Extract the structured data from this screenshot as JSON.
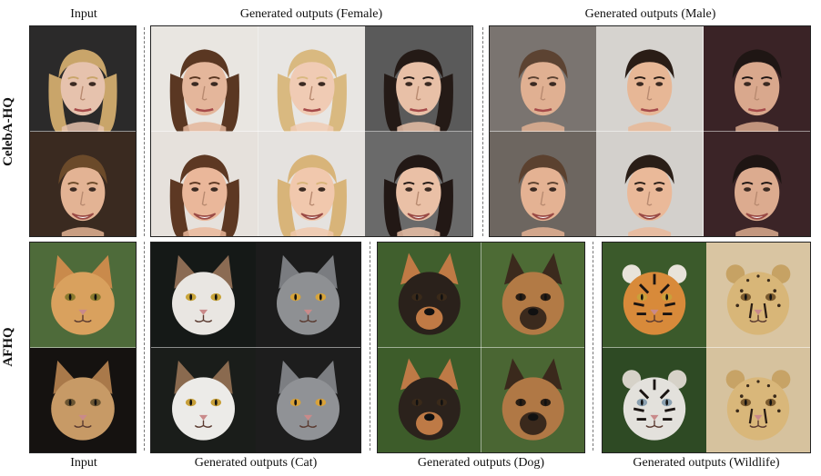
{
  "top_captions": {
    "input": "Input",
    "female": "Generated outputs (Female)",
    "male": "Generated outputs (Male)"
  },
  "bottom_captions": {
    "input": "Input",
    "cat": "Generated outputs (Cat)",
    "dog": "Generated outputs (Dog)",
    "wildlife": "Generated outputs (Wildlife)"
  },
  "row_labels": {
    "celeba": "CelebA-HQ",
    "afhq": "AFHQ"
  },
  "colors": {
    "frame": "#222222",
    "dash": "#777777"
  },
  "tiles": {
    "celeba_input": [
      {
        "kind": "human",
        "bg": "#2b2a2a",
        "skin": "#e6c2ad",
        "hair": "#c9a56a",
        "long": true,
        "smile": false
      },
      {
        "kind": "human",
        "bg": "#3a2a20",
        "skin": "#e3b394",
        "hair": "#6b4a2a",
        "long": false,
        "smile": true
      }
    ],
    "female": [
      {
        "kind": "human",
        "bg": "#e9e6e1",
        "skin": "#e4b69b",
        "hair": "#5a3722",
        "long": true,
        "smile": false
      },
      {
        "kind": "human",
        "bg": "#e8e6e3",
        "skin": "#f0cbb4",
        "hair": "#d9b980",
        "long": true,
        "smile": false
      },
      {
        "kind": "human",
        "bg": "#5a5a5a",
        "skin": "#e8c0a7",
        "hair": "#241a16",
        "long": true,
        "smile": false
      },
      {
        "kind": "human",
        "bg": "#e6e1dc",
        "skin": "#eab79a",
        "hair": "#5d3823",
        "long": true,
        "smile": true
      },
      {
        "kind": "human",
        "bg": "#e5e2df",
        "skin": "#f1c8ad",
        "hair": "#d8b479",
        "long": true,
        "smile": true
      },
      {
        "kind": "human",
        "bg": "#6a6a6a",
        "skin": "#eac0a6",
        "hair": "#221815",
        "long": true,
        "smile": true
      }
    ],
    "male": [
      {
        "kind": "human",
        "bg": "#7a7470",
        "skin": "#e0b092",
        "hair": "#5c4332",
        "long": false,
        "smile": false
      },
      {
        "kind": "human",
        "bg": "#d6d3cf",
        "skin": "#e7b796",
        "hair": "#2a1d16",
        "long": false,
        "smile": false
      },
      {
        "kind": "human",
        "bg": "#3a2326",
        "skin": "#d9a88d",
        "hair": "#1f1614",
        "long": false,
        "smile": false
      },
      {
        "kind": "human",
        "bg": "#6d6660",
        "skin": "#e4b293",
        "hair": "#5b412f",
        "long": false,
        "smile": true
      },
      {
        "kind": "human",
        "bg": "#d3d0cc",
        "skin": "#eab999",
        "hair": "#2a1e17",
        "long": false,
        "smile": true
      },
      {
        "kind": "human",
        "bg": "#3b2427",
        "skin": "#dcab8f",
        "hair": "#1e1513",
        "long": false,
        "smile": true
      }
    ],
    "afhq_input": [
      {
        "kind": "cat",
        "bg": "#4e6b3a",
        "fur": "#d9a15e",
        "ear": "#c98a4b",
        "eye": "#8a7a2e"
      },
      {
        "kind": "cat",
        "bg": "#151210",
        "fur": "#c79a66",
        "ear": "#a9794a",
        "eye": "#6b5532"
      }
    ],
    "cat": [
      {
        "kind": "cat",
        "bg": "#151917",
        "fur": "#e9e6e2",
        "ear": "#8b6b53",
        "eye": "#c9a53a"
      },
      {
        "kind": "cat",
        "bg": "#1c1c1c",
        "fur": "#8e9093",
        "ear": "#7a7c80",
        "eye": "#d7a43a"
      },
      {
        "kind": "cat",
        "bg": "#1a1d1a",
        "fur": "#ecebe8",
        "ear": "#8a6a4f",
        "eye": "#c8a03a"
      },
      {
        "kind": "cat",
        "bg": "#1d1d1d",
        "fur": "#909296",
        "ear": "#7c7e82",
        "eye": "#d8a23a"
      }
    ],
    "dog": [
      {
        "kind": "dog",
        "bg": "#405f2d",
        "fur": "#2a211b",
        "ear": "#c07a45",
        "eye": "#3a2a1a"
      },
      {
        "kind": "dog",
        "bg": "#4d6b35",
        "fur": "#b27a45",
        "ear": "#3b2a1d",
        "eye": "#2a1e14"
      },
      {
        "kind": "dog",
        "bg": "#3d5c2a",
        "fur": "#2b221c",
        "ear": "#be7a46",
        "eye": "#3a2a1a"
      },
      {
        "kind": "dog",
        "bg": "#4a6633",
        "fur": "#b07845",
        "ear": "#3a291c",
        "eye": "#2a1e14"
      }
    ],
    "wildlife": [
      {
        "kind": "tiger",
        "bg": "#3b5a2b",
        "fur": "#d88a3a",
        "ear": "#e8e3da",
        "eye": "#c9a03a"
      },
      {
        "kind": "cheetah",
        "bg": "#d9c5a2",
        "fur": "#d8b678",
        "ear": "#c6a264",
        "eye": "#7a5a2e"
      },
      {
        "kind": "tiger",
        "bg": "#2e4a24",
        "fur": "#e3e1dc",
        "ear": "#d6d2c8",
        "eye": "#8aa0b0"
      },
      {
        "kind": "cheetah",
        "bg": "#d6c29e",
        "fur": "#d9b77a",
        "ear": "#c7a366",
        "eye": "#7a5a2e"
      }
    ]
  }
}
